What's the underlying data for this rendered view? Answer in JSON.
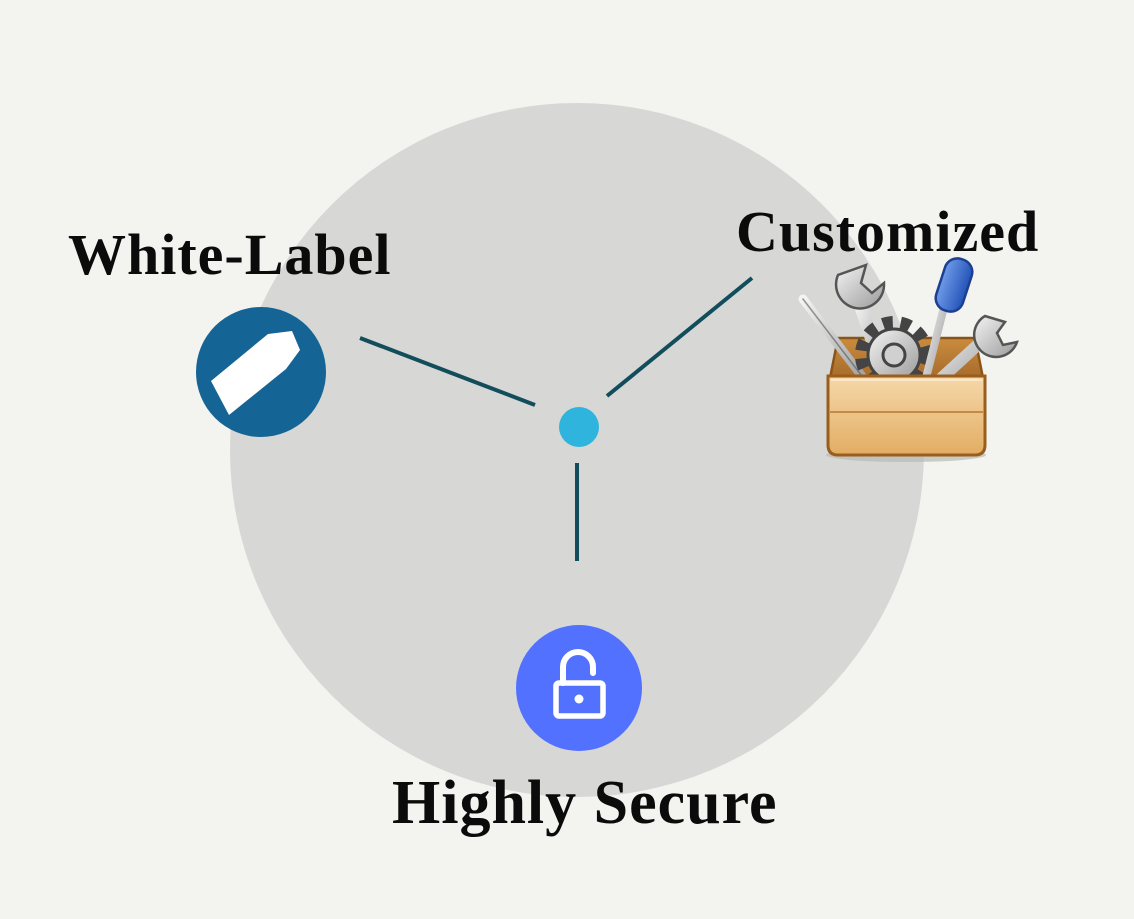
{
  "features": {
    "white_label": {
      "label": "White-Label",
      "icon": "tag-icon",
      "color": "#146496"
    },
    "customized": {
      "label": "Customized",
      "icon": "toolbox-icon",
      "color": "#e4b36f"
    },
    "highly_secure": {
      "label": "Highly Secure",
      "icon": "unlocked-padlock-icon",
      "color": "#5271ff"
    }
  },
  "colors": {
    "background": "#f3f4f0",
    "circle": "#d7d8d6",
    "connector": "#124d5c",
    "hub": "#2fb5dd"
  }
}
